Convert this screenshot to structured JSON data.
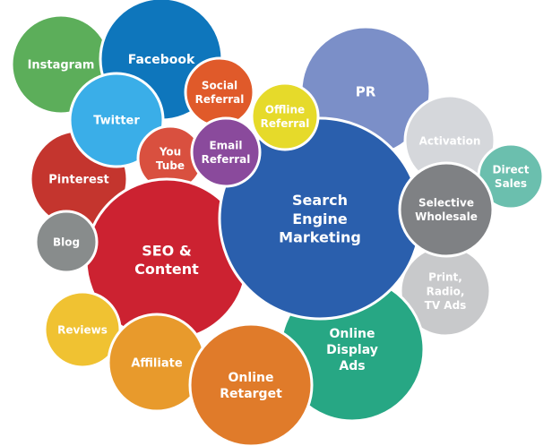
{
  "bubbles": [
    {
      "id": "instagram",
      "lines": [
        "Instagram"
      ],
      "color": "#5cae5a"
    },
    {
      "id": "facebook",
      "lines": [
        "Facebook"
      ],
      "color": "#0e76bc"
    },
    {
      "id": "social-referral",
      "lines": [
        "Social",
        "Referral"
      ],
      "color": "#e05a2a"
    },
    {
      "id": "pr",
      "lines": [
        "PR"
      ],
      "color": "#7b8fc8"
    },
    {
      "id": "activation",
      "lines": [
        "Activation"
      ],
      "color": "#d5d7db"
    },
    {
      "id": "direct-sales",
      "lines": [
        "Direct",
        "Sales"
      ],
      "color": "#6bbfae"
    },
    {
      "id": "pinterest",
      "lines": [
        "Pinterest"
      ],
      "color": "#c4352e"
    },
    {
      "id": "twitter",
      "lines": [
        "Twitter"
      ],
      "color": "#3aaee8"
    },
    {
      "id": "youtube",
      "lines": [
        "You",
        "Tube"
      ],
      "color": "#d9503f"
    },
    {
      "id": "email-referral",
      "lines": [
        "Email",
        "Referral"
      ],
      "color": "#8a4a9c"
    },
    {
      "id": "offline-referral",
      "lines": [
        "Offline",
        "Referral"
      ],
      "color": "#e6da2a"
    },
    {
      "id": "print-radio-tv",
      "lines": [
        "Print,",
        "Radio,",
        "TV Ads"
      ],
      "color": "#c8c9cb"
    },
    {
      "id": "online-display",
      "lines": [
        "Online",
        "Display",
        "Ads"
      ],
      "color": "#27a784"
    },
    {
      "id": "seo-content",
      "lines": [
        "SEO &",
        "Content"
      ],
      "color": "#cc2231"
    },
    {
      "id": "search-engine-marketing",
      "lines": [
        "Search",
        "Engine",
        "Marketing"
      ],
      "color": "#2a5fad"
    },
    {
      "id": "selective-wholesale",
      "lines": [
        "Selective",
        "Wholesale"
      ],
      "color": "#7f8184"
    },
    {
      "id": "blog",
      "lines": [
        "Blog"
      ],
      "color": "#888c8c"
    },
    {
      "id": "reviews",
      "lines": [
        "Reviews"
      ],
      "color": "#f0c232"
    },
    {
      "id": "affiliate",
      "lines": [
        "Affiliate"
      ],
      "color": "#e89a2c"
    },
    {
      "id": "online-retarget",
      "lines": [
        "Online",
        "Retarget"
      ],
      "color": "#e07b2a"
    }
  ]
}
